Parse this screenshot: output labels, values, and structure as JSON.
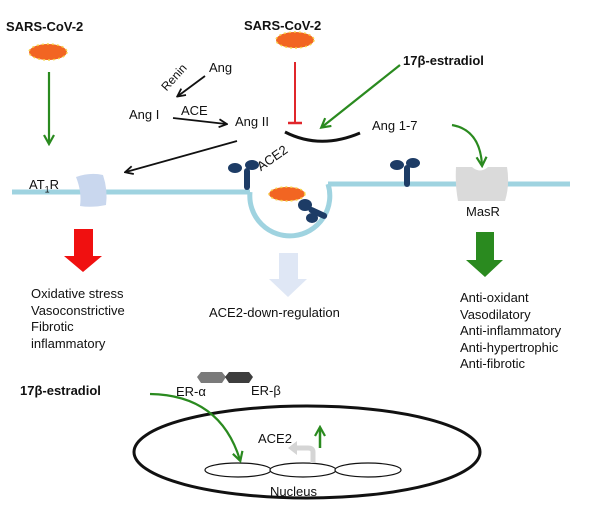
{
  "labels": {
    "sars_left": "SARS-CoV-2",
    "sars_top": "SARS-CoV-2",
    "estradiol_top": "17β-estradiol",
    "estradiol_bottom": "17β-estradiol",
    "ang": "Ang",
    "renin": "Renin",
    "ang_i": "Ang I",
    "ace": "ACE",
    "ang_ii": "Ang II",
    "ang_1_7": "Ang 1-7",
    "at1r_main": "AT",
    "at1r_sub": "1",
    "at1r_end": "R",
    "ace2_membrane": "ACE2",
    "masr": "MasR",
    "ace2_down": "ACE2-down-regulation",
    "er_alpha": "ER-α",
    "er_beta": "ER-β",
    "ace2_nucleus": "ACE2",
    "nucleus": "Nucleus"
  },
  "outcomes": {
    "at1r_effects": [
      "Oxidative stress",
      "Vasoconstrictive",
      "Fibrotic",
      "inflammatory"
    ],
    "masr_effects": [
      "Anti-oxidant",
      "Vasodilatory",
      "Anti-inflammatory",
      "Anti-hypertrophic",
      "Anti-fibrotic"
    ]
  },
  "colors": {
    "virus": "#f26522",
    "virus_dots": "#f7d34a",
    "green_arrow": "#2a8a1f",
    "red_inhibit": "#e0262b",
    "red_arrow": "#f01010",
    "membrane": "#9fd3e0",
    "ace2_receptor": "#1d3c66",
    "at1r": "#c9d7ee",
    "masr": "#dadada",
    "down_arrow": "#dfe7f5",
    "green_block_arrow": "#2a8a1f",
    "er_alpha": "#7a7a7a",
    "er_beta": "#3d3d3d"
  }
}
